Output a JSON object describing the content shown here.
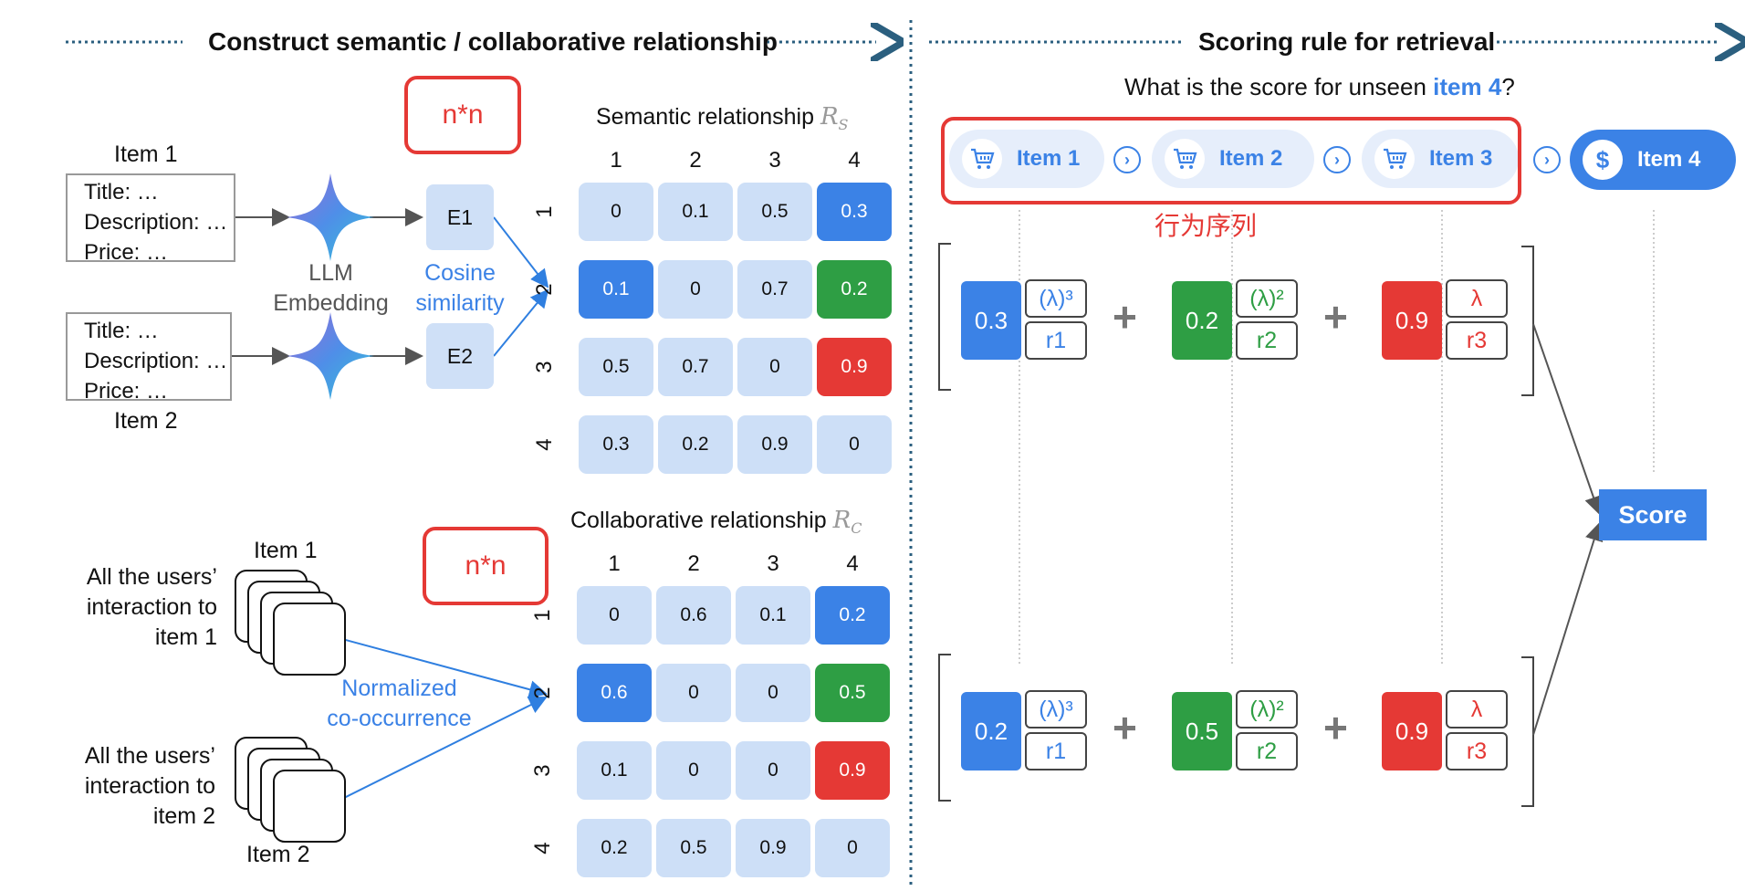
{
  "left": {
    "header": "Construct semantic / collaborative relationship",
    "item1_label": "Item 1",
    "item2_label": "Item 2",
    "features": [
      "Title: …",
      "Description: …",
      "Price: …"
    ],
    "llm_label": [
      "LLM",
      "Embedding"
    ],
    "cosine_label": [
      "Cosine",
      "similarity"
    ],
    "e1": "E1",
    "e2": "E2",
    "nn_label": "n*n",
    "semantic": {
      "title": "Semantic relationship",
      "symbol": "R",
      "subscript": "S",
      "col_headers": [
        "1",
        "2",
        "3",
        "4"
      ],
      "row_headers": [
        "1",
        "2",
        "3",
        "4"
      ],
      "values": [
        [
          "0",
          "0.1",
          "0.5",
          "0.3"
        ],
        [
          "0.1",
          "0",
          "0.7",
          "0.2"
        ],
        [
          "0.5",
          "0.7",
          "0",
          "0.9"
        ],
        [
          "0.3",
          "0.2",
          "0.9",
          "0"
        ]
      ],
      "colors": [
        [
          "light",
          "light",
          "light",
          "blue"
        ],
        [
          "blue",
          "light",
          "light",
          "green"
        ],
        [
          "light",
          "light",
          "light",
          "red"
        ],
        [
          "light",
          "light",
          "light",
          "light"
        ]
      ]
    },
    "collab": {
      "title": "Collaborative relationship",
      "symbol": "R",
      "subscript": "C",
      "col_headers": [
        "1",
        "2",
        "3",
        "4"
      ],
      "row_headers": [
        "1",
        "2",
        "3",
        "4"
      ],
      "values": [
        [
          "0",
          "0.6",
          "0.1",
          "0.2"
        ],
        [
          "0.6",
          "0",
          "0",
          "0.5"
        ],
        [
          "0.1",
          "0",
          "0",
          "0.9"
        ],
        [
          "0.2",
          "0.5",
          "0.9",
          "0"
        ]
      ],
      "colors": [
        [
          "light",
          "light",
          "light",
          "blue"
        ],
        [
          "blue",
          "light",
          "light",
          "green"
        ],
        [
          "light",
          "light",
          "light",
          "red"
        ],
        [
          "light",
          "light",
          "light",
          "light"
        ]
      ]
    },
    "interaction1": [
      "All the users’",
      "interaction to",
      "item 1"
    ],
    "interaction2": [
      "All the users’",
      "interaction to",
      "item 2"
    ],
    "cooc_label": [
      "Normalized",
      "co-occurrence"
    ]
  },
  "right": {
    "header": "Scoring rule for retrieval",
    "question_prefix": "What is the score for unseen ",
    "question_highlight": "item 4",
    "question_suffix": "?",
    "sequence": [
      "Item 1",
      "Item 2",
      "Item 3"
    ],
    "target": "Item 4",
    "dollar": "$",
    "sequence_caption": "行为序列",
    "row1": [
      {
        "value": "0.3",
        "color": "blue",
        "lambda": "(λ)³",
        "r": "r1"
      },
      {
        "value": "0.2",
        "color": "green",
        "lambda": "(λ)²",
        "r": "r2"
      },
      {
        "value": "0.9",
        "color": "red",
        "lambda": "λ",
        "r": "r3"
      }
    ],
    "row2": [
      {
        "value": "0.2",
        "color": "blue",
        "lambda": "(λ)³",
        "r": "r1"
      },
      {
        "value": "0.5",
        "color": "green",
        "lambda": "(λ)²",
        "r": "r2"
      },
      {
        "value": "0.9",
        "color": "red",
        "lambda": "λ",
        "r": "r3"
      }
    ],
    "plus": "+",
    "score": "Score"
  },
  "colors": {
    "blue": "#3b82e6",
    "red": "#e53935",
    "green": "#2e9e44",
    "light": "#cddff7"
  }
}
